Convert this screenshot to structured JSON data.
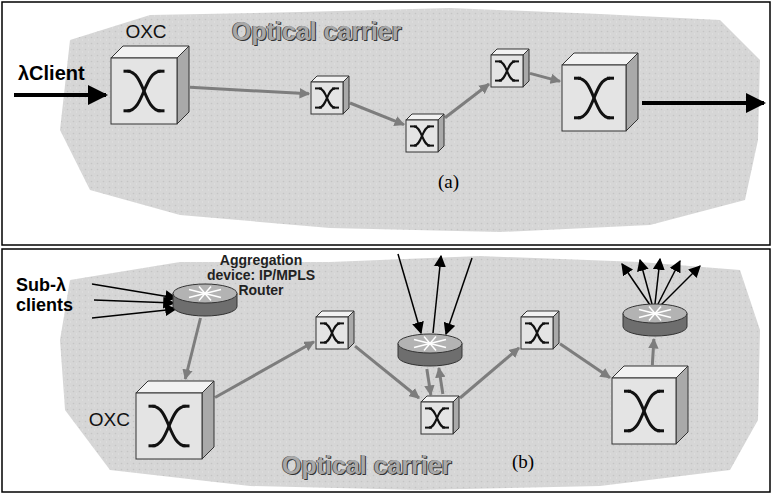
{
  "diagram": {
    "nodes": [
      {
        "text": [
          "OXC"
        ]
      },
      {
        "text": []
      },
      {
        "text": []
      },
      {
        "text": []
      },
      {
        "text": []
      },
      {
        "text": []
      },
      {
        "text": [
          "OXC"
        ]
      },
      {
        "text": []
      },
      {
        "text": []
      },
      {
        "text": []
      },
      {
        "text": []
      },
      {
        "text": []
      },
      {
        "text": []
      }
    ],
    "edges": [
      {
        "from": 0,
        "to": 1,
        "arrow": "to"
      },
      {
        "from": 1,
        "to": 2,
        "arrow": "to"
      },
      {
        "from": 2,
        "to": 3,
        "arrow": "to"
      },
      {
        "from": 3,
        "to": 4,
        "arrow": "to"
      },
      {
        "from": 5,
        "to": 6,
        "arrow": "to"
      },
      {
        "from": 6,
        "to": 7,
        "arrow": "to"
      },
      {
        "from": 7,
        "to": 9,
        "arrow": "to"
      },
      {
        "from": 9,
        "to": 8,
        "arrow": "to"
      },
      {
        "from": 8,
        "to": 9,
        "arrow": "to"
      },
      {
        "from": 9,
        "to": 10,
        "arrow": "to"
      },
      {
        "from": 10,
        "to": 11,
        "arrow": "to"
      },
      {
        "from": 11,
        "to": 12,
        "arrow": "to"
      }
    ],
    "labels": [
      "Optical carrier",
      "λClient",
      "(a)",
      "Sub-λ clients",
      "Aggregation device: IP/MPLS Router",
      "Optical carrier",
      "(b)"
    ]
  }
}
